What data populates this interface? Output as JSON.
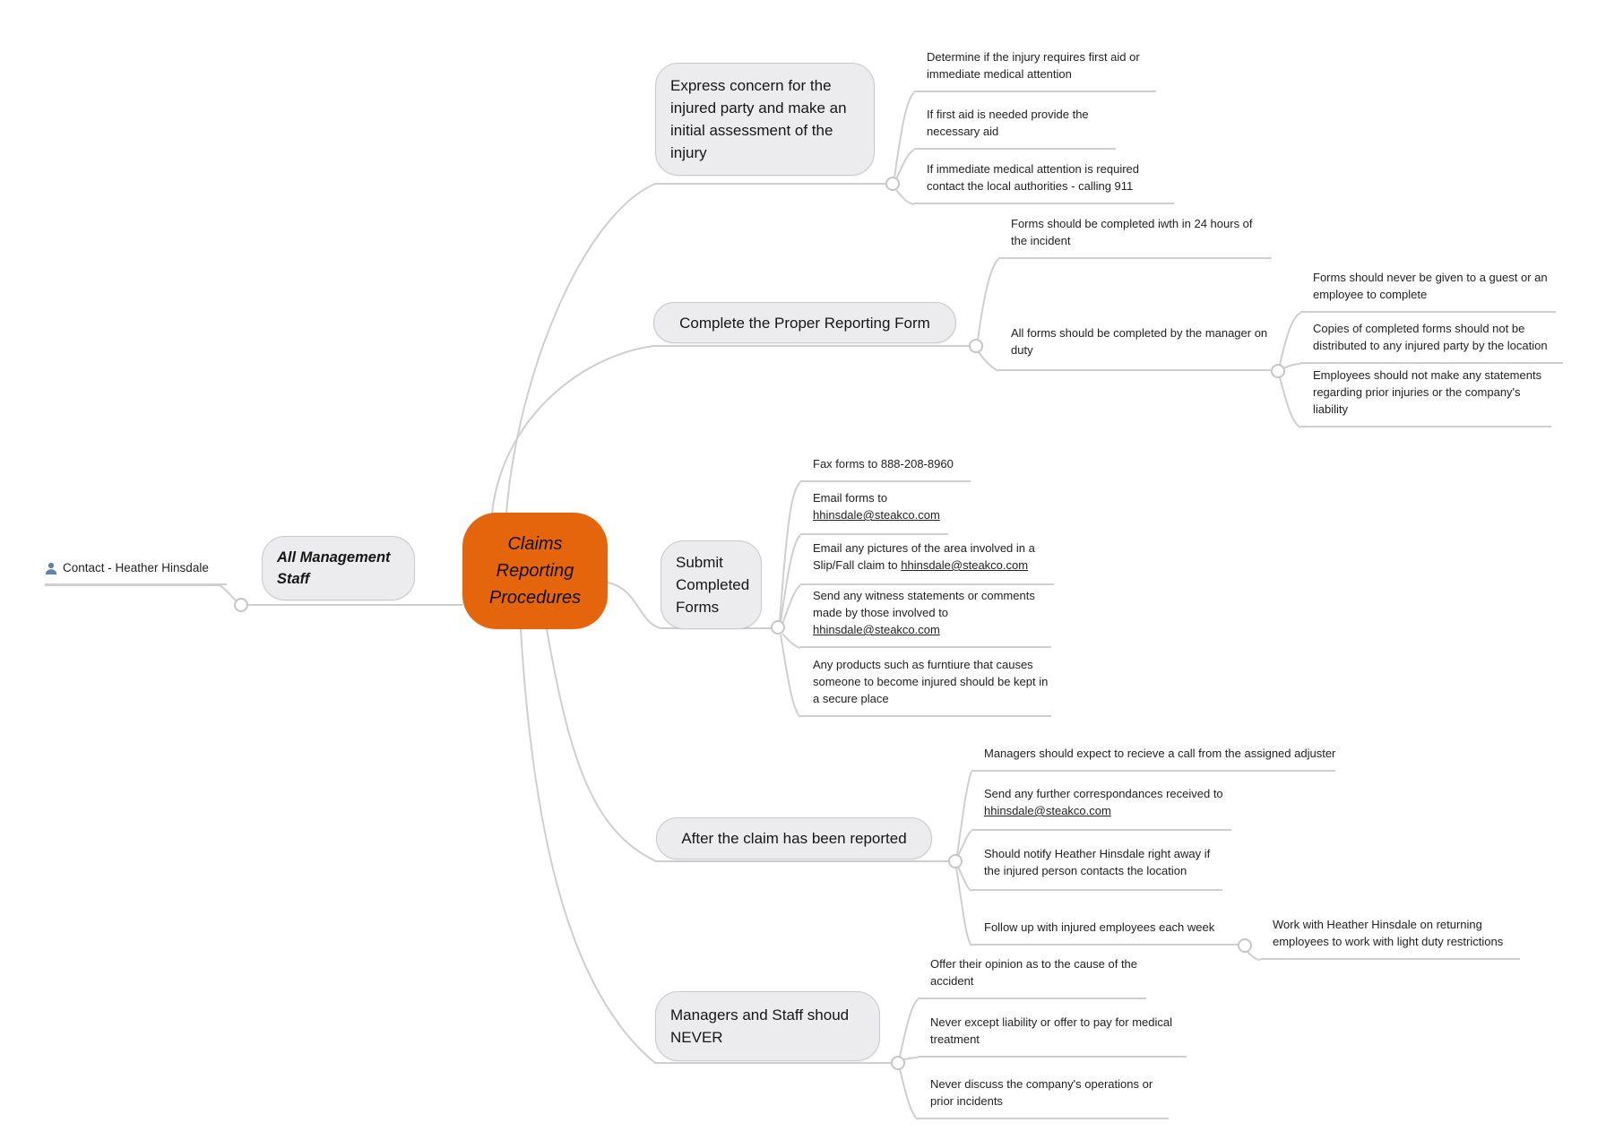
{
  "root": {
    "label": "Claims Reporting Procedures"
  },
  "left_branch": {
    "node_label": "All Management Staff",
    "contact_label": "Contact - Heather Hinsdale",
    "contact_icon": "person-icon"
  },
  "branches": [
    {
      "label": "Express concern for the injured party and make an initial assessment of the injury",
      "children": [
        {
          "text": "Determine if the injury requires first aid or immediate medical attention"
        },
        {
          "text": "If first aid is needed provide the necessary aid"
        },
        {
          "text": "If immediate medical attention is required contact the local authorities - calling 911"
        }
      ]
    },
    {
      "label": "Complete the Proper Reporting Form",
      "children": [
        {
          "text": "Forms should be completed iwth in 24 hours of the incident"
        },
        {
          "text": "All forms should be completed by the manager on duty",
          "children": [
            {
              "text": "Forms should never be given to a guest or an employee to complete"
            },
            {
              "text": "Copies of completed forms should not be distributed to any injured party by the location"
            },
            {
              "text": "Employees should not make any statements regarding prior injuries or the company's liability"
            }
          ]
        }
      ]
    },
    {
      "label": "Submit Completed Forms",
      "children": [
        {
          "text": "Fax forms to 888-208-8960"
        },
        {
          "text": "Email forms to ",
          "link": "hhinsdale@steakco.com"
        },
        {
          "text": "Email any pictures of the area involved in a Slip/Fall claim to ",
          "link": "hhinsdale@steakco.com"
        },
        {
          "text": "Send any witness statements or comments made by those involved to ",
          "link": "hhinsdale@steakco.com"
        },
        {
          "text": "Any products such as furntiure that causes someone to become injured should be kept in a secure place"
        }
      ]
    },
    {
      "label": "After the claim has been reported",
      "children": [
        {
          "text": "Managers should expect to recieve a call from the assigned adjuster"
        },
        {
          "text": "Send any further correspondances received to ",
          "link": "hhinsdale@steakco.com"
        },
        {
          "text": "Should notify Heather Hinsdale right away if the injured person contacts the location"
        },
        {
          "text": "Follow up with injured employees each week",
          "children": [
            {
              "text": "Work with Heather Hinsdale on returning employees to work with light duty restrictions"
            }
          ]
        }
      ]
    },
    {
      "label": "Managers and Staff shoud NEVER",
      "children": [
        {
          "text": "Offer their opinion as to the cause of the accident"
        },
        {
          "text": "Never except liability or offer to pay for medical treatment"
        },
        {
          "text": "Never discuss the company's operations or prior incidents"
        }
      ]
    }
  ],
  "colors": {
    "root_fill": "#e5650d",
    "node_fill": "#ececee",
    "node_border": "#c9c9cc",
    "line": "#cfcfd1",
    "person_icon": "#5e82a8"
  }
}
